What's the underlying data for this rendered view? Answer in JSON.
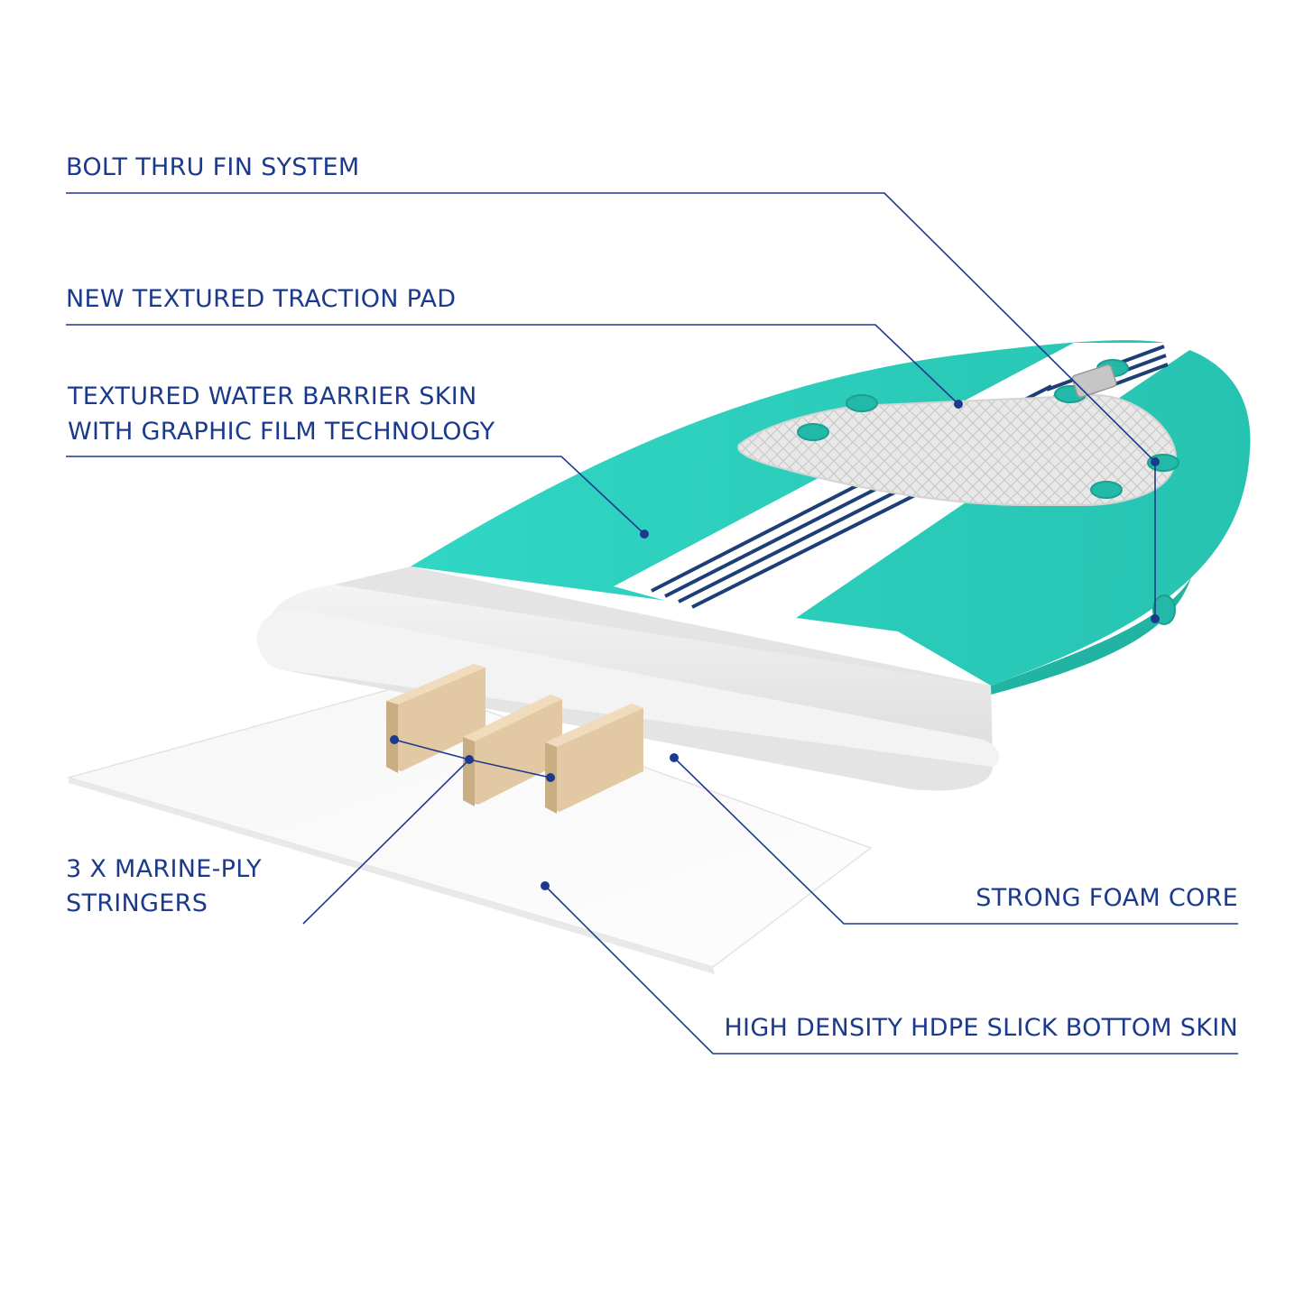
{
  "colors": {
    "accent": "#1c3a8c",
    "board": "#2fd4c2",
    "board_dark": "#23b9a8",
    "foam": "#ececec",
    "stringer": "#dcc39c",
    "stripe": "#1c3f77"
  },
  "callouts": {
    "bolt_thru_fin_system": "BOLT THRU FIN SYSTEM",
    "traction_pad": "NEW TEXTURED TRACTION PAD",
    "water_barrier_line1": "TEXTURED WATER BARRIER SKIN",
    "water_barrier_line2": "WITH GRAPHIC FILM TECHNOLOGY",
    "stringers_line1": "3 X MARINE-PLY",
    "stringers_line2": "STRINGERS",
    "foam_core": "STRONG FOAM CORE",
    "bottom_skin": "HIGH DENSITY HDPE SLICK BOTTOM SKIN"
  }
}
